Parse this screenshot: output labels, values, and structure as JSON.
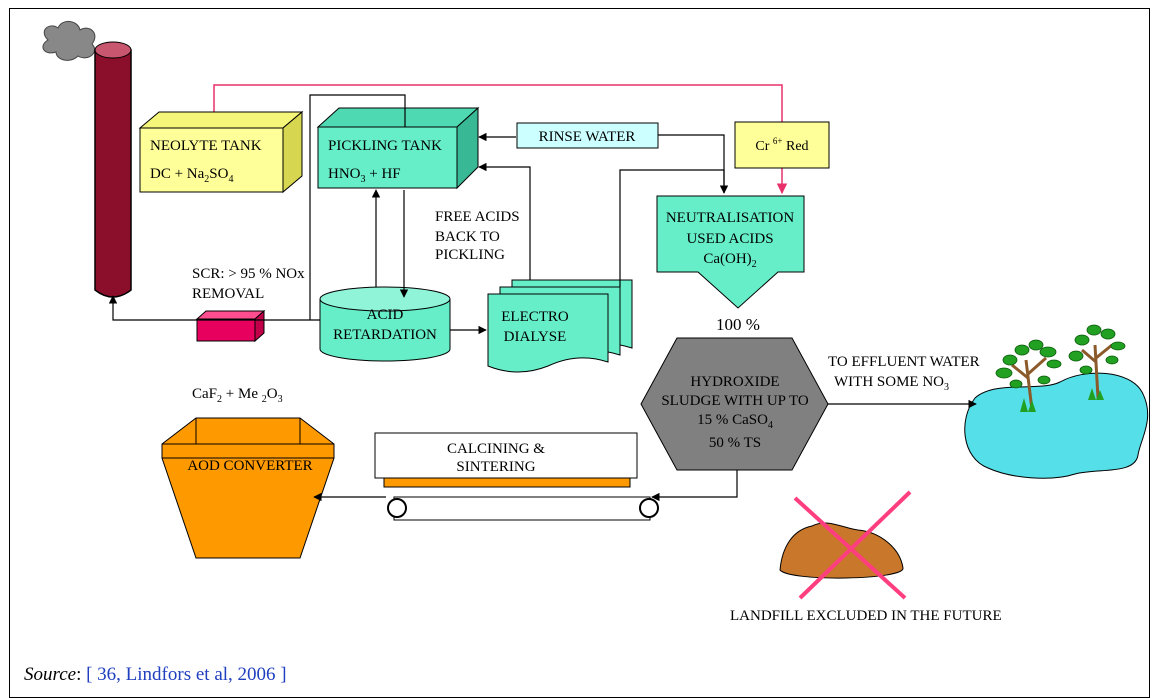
{
  "diagram": {
    "neolyte_tank": {
      "title": "NEOLYTE TANK",
      "sub": "DC + Na",
      "sub_sub": "2",
      "sub_end": "SO",
      "sub_sub2": "4"
    },
    "pickling_tank": {
      "title": "PICKLING TANK",
      "sub": "HNO",
      "sub_sub": "3",
      "sub_end": " + HF"
    },
    "rinse_water": "RINSE WATER",
    "cr_red": {
      "pre": "Cr ",
      "sup": "6+",
      "post": " Red"
    },
    "neutralisation": {
      "line1": "NEUTRALISATION",
      "line2": "USED ACIDS",
      "line3": "Ca(OH)",
      "line3_sub": "2"
    },
    "free_acids": [
      "FREE ACIDS",
      "BACK TO",
      "PICKLING"
    ],
    "scr": [
      "SCR: > 95 % NOx",
      "REMOVAL"
    ],
    "acid_retardation": [
      "ACID",
      "RETARDATION"
    ],
    "electro_dialyse": [
      "ELECTRO",
      "DIALYSE"
    ],
    "percent": "100 %",
    "hydroxide": {
      "line1": "HYDROXIDE",
      "line2": "SLUDGE WITH UP TO",
      "line3": "15 % CaSO",
      "line3_sub": "4",
      "line4": "50 % TS"
    },
    "effluent": {
      "line1": "TO EFFLUENT WATER",
      "line2": "WITH SOME NO",
      "line2_sub": "3"
    },
    "caf": {
      "a": "CaF",
      "a_sub": "2",
      "b": " + Me ",
      "b_sub": "2",
      "c": "O",
      "c_sub": "3"
    },
    "aod": "AOD CONVERTER",
    "calcining": [
      "CALCINING &",
      "SINTERING"
    ],
    "landfill": "LANDFILL EXCLUDED IN THE FUTURE"
  },
  "source": {
    "label": "Source",
    "colon": ": ",
    "link": "[ 36, Lindfors et al, 2006 ]"
  },
  "colors": {
    "tank_yellow": "#ffff99",
    "tank_green": "#66eec8",
    "rinse_blue": "#ccffff",
    "pink_line": "#e8306a",
    "chimney": "#8b0f2a",
    "aod_orange": "#ff9900",
    "sludge_grey": "#808080",
    "landfill_brown": "#c9772a",
    "pond_blue": "#55dfe8"
  }
}
